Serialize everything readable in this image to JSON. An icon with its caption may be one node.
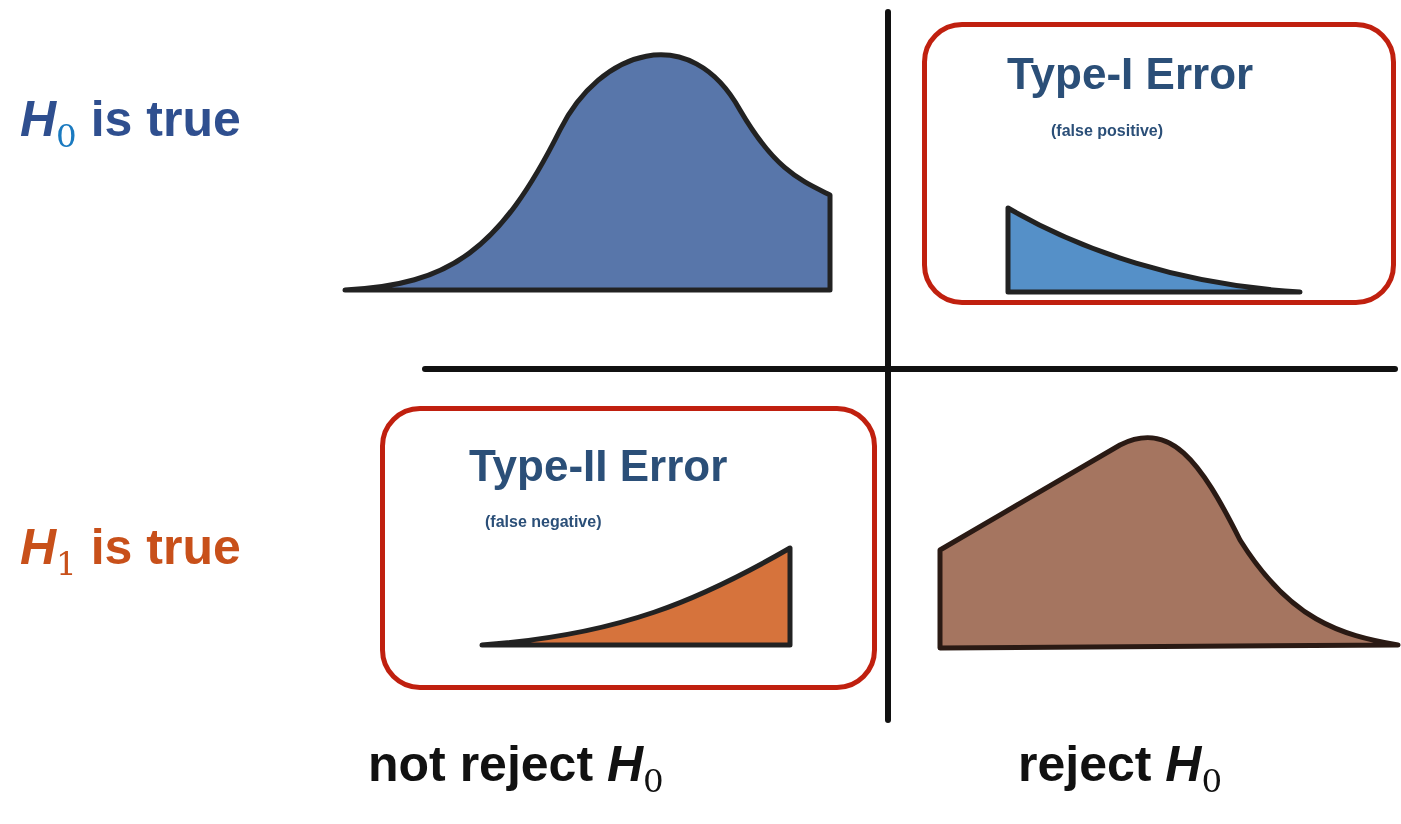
{
  "diagram": {
    "nodes": [
      {
        "text": [
          "Type-I Error",
          "(false positive)"
        ]
      },
      {
        "text": [
          "Type-II Error",
          "(false negative)"
        ]
      }
    ],
    "labels": [
      "*H*$_{0}$ is true",
      "*H*$_{1}$ is true",
      "not reject *H*$_{0}$",
      "reject *H*$_{0}$"
    ]
  }
}
